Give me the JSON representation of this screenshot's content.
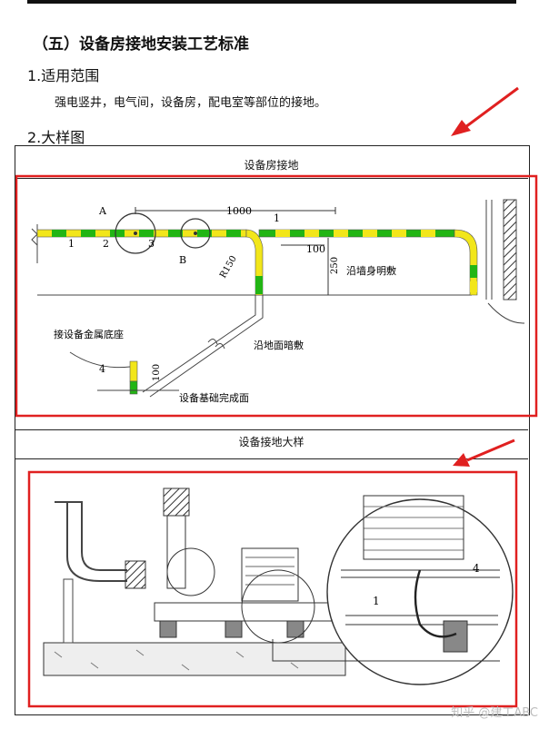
{
  "section_title": "（五）设备房接地安装工艺标准",
  "heading1": "1.适用范围",
  "scope_text": "强电竖井，电气间，设备房，配电室等部位的接地。",
  "heading2": "2.大样图",
  "diagram1": {
    "caption": "设备房接地",
    "dim_1000": "1000",
    "dim_100": "100",
    "dim_250": "250",
    "dim_r150": "R150",
    "dim_100_vertical": "100",
    "label_a": "A",
    "label_b": "B",
    "label_1": "1",
    "label_2": "2",
    "label_3": "3",
    "label_4": "4",
    "wall_text": "沿墙身明敷",
    "floor_text": "沿地面暗敷",
    "base_text": "接设备金属底座",
    "foundation_text": "设备基础完成面"
  },
  "diagram2": {
    "caption": "设备接地大样",
    "label_1": "1",
    "label_4": "4"
  },
  "watermark": "知乎 @建工ABC",
  "colors": {
    "stripe_green": "#22b514",
    "stripe_yellow": "#f2e61a",
    "highlight_red": "#e02020"
  }
}
